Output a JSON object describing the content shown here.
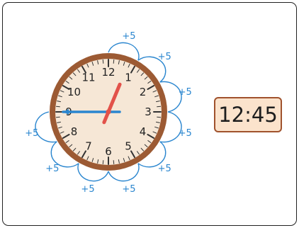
{
  "clock": {
    "numbers": [
      "12",
      "1",
      "2",
      "3",
      "4",
      "5",
      "6",
      "7",
      "8",
      "9",
      "10",
      "11"
    ],
    "hour_hand_color": "#e2524a",
    "minute_hand_color": "#2a86cf",
    "face_color": "#f6e7d6",
    "rim_color": "#9c5a33",
    "increments": [
      "+5",
      "+5",
      "+5",
      "+5",
      "+5",
      "+5",
      "+5",
      "+5",
      "+5"
    ],
    "increment_color": "#2a86cf"
  },
  "digital": {
    "time": "12:45",
    "border_color": "#a0522d",
    "background": "#fbe3cc"
  },
  "time": {
    "hours": 12,
    "minutes": 45
  }
}
